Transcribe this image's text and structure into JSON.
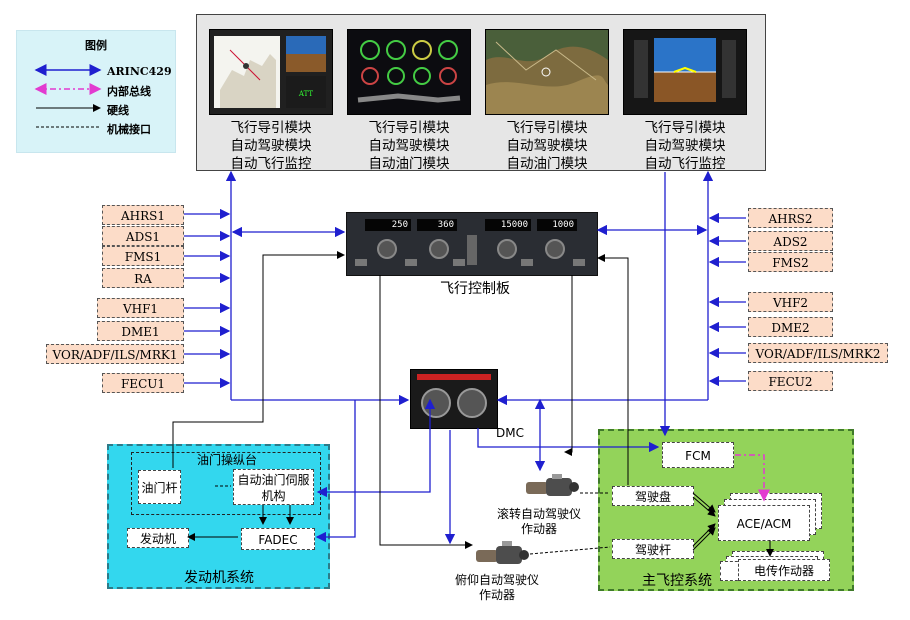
{
  "legend": {
    "title": "图例",
    "items": [
      {
        "label": "ARINC429",
        "line": "blue-double-arrow"
      },
      {
        "label": "内部总线",
        "line": "magenta-dashdot-double-arrow"
      },
      {
        "label": "硬线",
        "line": "black-arrow"
      },
      {
        "label": "机械接口",
        "line": "black-dashed"
      }
    ]
  },
  "displays": [
    {
      "label": "飞行导引模块\n自动驾驶模块\n自动飞行监控",
      "screen": "map-display"
    },
    {
      "label": "飞行导引模块\n自动驾驶模块\n自动油门模块",
      "screen": "engine-display"
    },
    {
      "label": "飞行导引模块\n自动驾驶模块\n自动油门模块",
      "screen": "terrain-display"
    },
    {
      "label": "飞行导引模块\n自动驾驶模块\n自动飞行监控",
      "screen": "pfd-display"
    }
  ],
  "left_sensors": [
    "AHRS1",
    "ADS1",
    "FMS1",
    "RA",
    "VHF1",
    "DME1",
    "VOR/ADF/ILS/MRK1",
    "FECU1"
  ],
  "right_sensors": [
    "AHRS2",
    "ADS2",
    "FMS2",
    "VHF2",
    "DME2",
    "VOR/ADF/ILS/MRK2",
    "FECU2"
  ],
  "flight_control_panel": {
    "label": "飞行控制板",
    "readouts": [
      "250",
      "360",
      "15000",
      "1000"
    ]
  },
  "dmc": {
    "label": "DMC"
  },
  "engine_system": {
    "label": "发动机系统",
    "throttle_console": "油门操纵台",
    "throttle_lever": "油门杆",
    "autothrottle_servo": "自动油门伺服机构",
    "engine": "发动机",
    "fadec": "FADEC"
  },
  "flight_control_system": {
    "label": "主飞控系统",
    "fcm": "FCM",
    "wheel": "驾驶盘",
    "column": "驾驶杆",
    "ace_acm": "ACE/ACM",
    "actuators": "电传作动器"
  },
  "roll_actuator": {
    "label": "滚转自动驾驶仪\n作动器"
  },
  "pitch_actuator": {
    "label": "俯仰自动驾驶仪\n作动器"
  },
  "colors": {
    "arinc": "#1f1fcf",
    "internal_bus": "#e23bd0",
    "engine_bg": "#33d7ee",
    "fcs_bg": "#93d35a",
    "sensor_bg": "#fcdcc8"
  }
}
